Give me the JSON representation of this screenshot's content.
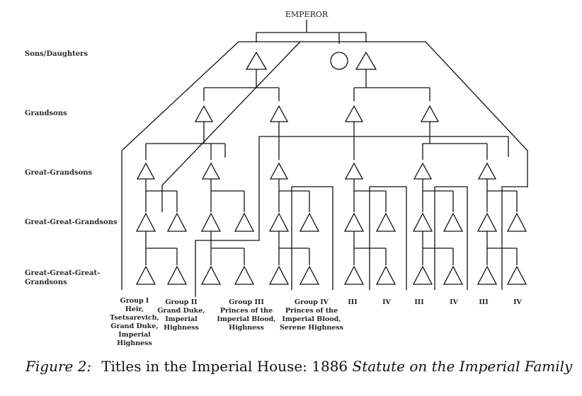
{
  "emperor_label": "EMPEROR",
  "levels": [
    "Sons/Daughters",
    "Grandsons",
    "Great-Grandsons",
    "Great-Great-Grandsons",
    "Great-Great-Great-Grandsons"
  ],
  "groups": [
    {
      "title": "Group I",
      "desc": [
        "Heir,",
        "Tsetsarevich,",
        "Grand Duke,",
        "Imperial",
        "Highness"
      ]
    },
    {
      "title": "Group II",
      "desc": [
        "Grand Duke,",
        "Imperial",
        "Highness"
      ]
    },
    {
      "title": "Group III",
      "desc": [
        "Princes of the",
        "Imperial Blood,",
        "Highness"
      ]
    },
    {
      "title": "Group IV",
      "desc": [
        "Princes of the",
        "Imperial Blood,",
        "Serene Highness"
      ]
    }
  ],
  "numeral_labels": [
    "III",
    "IV",
    "III",
    "IV",
    "III",
    "IV"
  ],
  "caption": {
    "label": "Figure 2:",
    "text": "Titles in the Imperial House: 1886 ",
    "title": "Statute on the Imperial Family"
  }
}
